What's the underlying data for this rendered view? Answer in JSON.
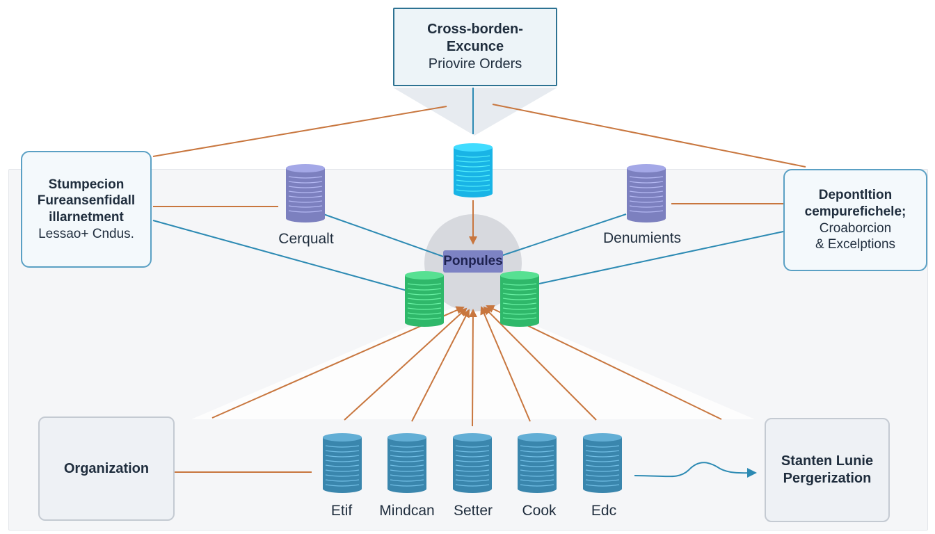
{
  "nodes": {
    "top": [
      "Cross-borden-",
      "Excunce",
      "Priovire Orders"
    ],
    "left": [
      "Stumpecion",
      "Fureansenfidall",
      "illarnetment",
      "Lessao+ Cndus."
    ],
    "right": [
      "Depontltion",
      "cempurefichele;",
      "Croaborcion",
      "& Excelptions"
    ],
    "organization": "Organization",
    "standard": [
      "Stanten Lunie",
      "Pergerization"
    ]
  },
  "databases": {
    "upper_left": "Cerqualt",
    "upper_right": "Denumients",
    "center": "Ponpules",
    "bottom": [
      "Etif",
      "Mindcan",
      "Setter",
      "Cook",
      "Edc"
    ]
  },
  "colors": {
    "blue_db": "#19b4e6",
    "purple_db": "#7c80bf",
    "green_db": "#2fb86a",
    "steel_db": "#3a86ad",
    "orange_line": "#c8763e",
    "teal_line": "#2c8ab3"
  }
}
